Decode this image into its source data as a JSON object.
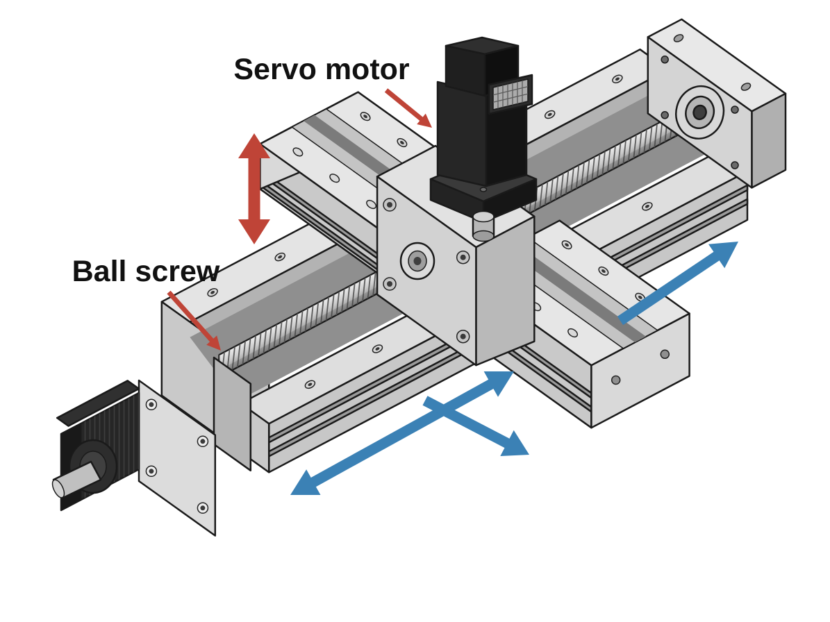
{
  "diagram": {
    "subject": "XY motion stage with crossed linear ball-screw actuators",
    "view": "isometric technical illustration",
    "labels": {
      "servo_motor": "Servo motor",
      "ball_screw": "Ball screw"
    },
    "colors": {
      "background": "#ffffff",
      "outline": "#1a1a1a",
      "label_text": "#111111",
      "pointer_red": "#bf4437",
      "motion_blue": "#3b81b5",
      "metal_light": "#e6e6e6",
      "metal_mid": "#c9c9c9",
      "metal_dark": "#9a9a9a",
      "motor_black": "#232323"
    },
    "components": [
      {
        "name": "servo-motor",
        "label": "Servo motor"
      },
      {
        "name": "ball-screw",
        "label": "Ball screw"
      },
      {
        "name": "stepper-motor"
      },
      {
        "name": "center-carriage"
      },
      {
        "name": "end-bearing-block"
      },
      {
        "name": "cross-rail"
      }
    ],
    "motion_arrows": [
      {
        "name": "vertical-motion-arrow",
        "color": "#bf4437",
        "heads": 2,
        "direction": "vertical"
      },
      {
        "name": "horizontal-motion-arrow-long",
        "color": "#3b81b5",
        "heads": 2,
        "direction": "lower-left to upper-right"
      },
      {
        "name": "horizontal-motion-arrow-branch",
        "color": "#3b81b5",
        "heads": 1,
        "direction": "down-right"
      },
      {
        "name": "horizontal-motion-arrow-right",
        "color": "#3b81b5",
        "heads": 1,
        "direction": "up-right"
      }
    ]
  }
}
